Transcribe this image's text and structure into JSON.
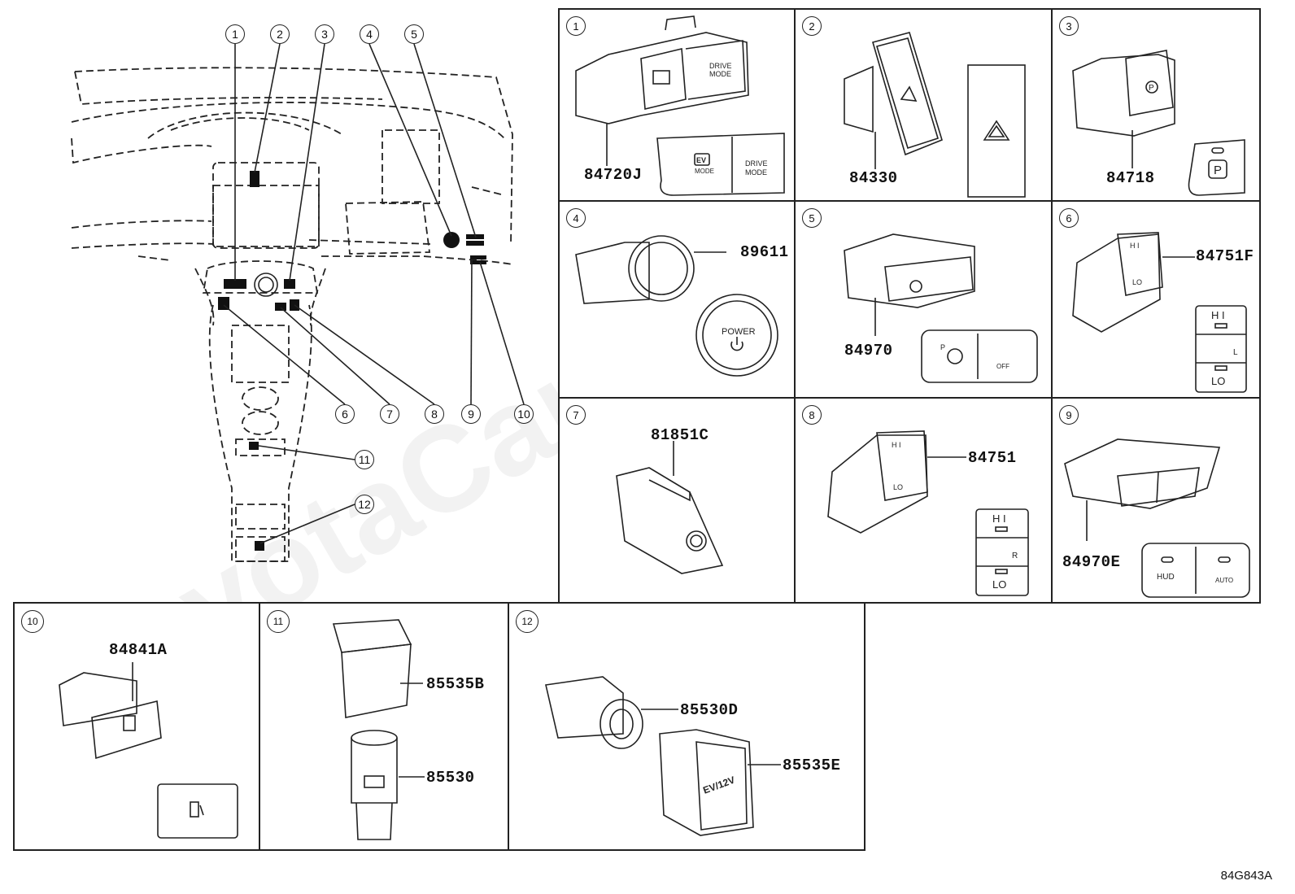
{
  "drawing_code": "84G843A",
  "watermark": "ToyotaCarWiki.ru",
  "overview_callouts": [
    "1",
    "2",
    "3",
    "4",
    "5",
    "6",
    "7",
    "8",
    "9",
    "10",
    "11",
    "12"
  ],
  "panels": [
    {
      "num": "1",
      "part": "84720J",
      "labels": {
        "ev": "EV",
        "ev_mode": "MODE",
        "drive": "DRIVE",
        "drive_mode": "MODE"
      }
    },
    {
      "num": "2",
      "part": "84330"
    },
    {
      "num": "3",
      "part": "84718",
      "labels": {
        "p": "P"
      }
    },
    {
      "num": "4",
      "part": "89611",
      "labels": {
        "power": "POWER"
      }
    },
    {
      "num": "5",
      "part": "84970",
      "labels": {
        "p": "P",
        "off": "OFF"
      }
    },
    {
      "num": "6",
      "part": "84751F",
      "labels": {
        "hi": "H I",
        "lo": "LO",
        "side": "L"
      }
    },
    {
      "num": "7",
      "part": "81851C"
    },
    {
      "num": "8",
      "part": "84751",
      "labels": {
        "hi": "H I",
        "lo": "LO",
        "side": "R"
      }
    },
    {
      "num": "9",
      "part": "84970E",
      "labels": {
        "hud": "HUD",
        "auto": "AUTO"
      }
    },
    {
      "num": "10",
      "part": "84841A"
    },
    {
      "num": "11",
      "part_a": "85535B",
      "part_b": "85530"
    },
    {
      "num": "12",
      "part_a": "85530D",
      "part_b": "85535E"
    }
  ]
}
